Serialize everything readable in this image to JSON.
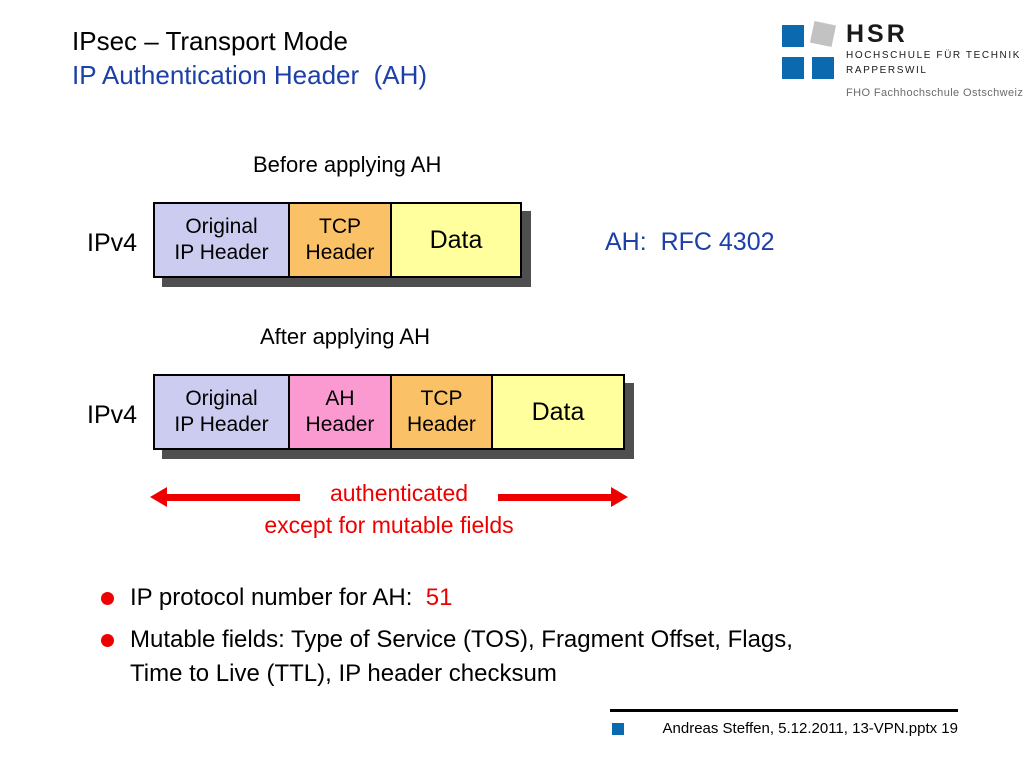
{
  "slide": {
    "title": {
      "line1": "IPsec – Transport Mode",
      "line2": "IP Authentication Header  (AH)"
    },
    "colors": {
      "accent_blue": "#1C3FA8",
      "red": "#EE0000",
      "shadow_gray": "#4F4F4F"
    }
  },
  "logo": {
    "acronym": "HSR",
    "line1": "HOCHSCHULE FÜR TECHNIK",
    "line2": "RAPPERSWIL",
    "subline": "FHO Fachhochschule Ostschweiz",
    "square_blue": "#0A69AF",
    "square_gray": "#C2C2C2"
  },
  "before": {
    "caption": "Before applying AH",
    "protocol_label": "IPv4",
    "boxes": [
      {
        "line1": "Original",
        "line2": "IP Header",
        "color": "#CCCCF0"
      },
      {
        "line1": "TCP",
        "line2": "Header",
        "color": "#FAC167"
      },
      {
        "line1": "Data",
        "line2": "",
        "color": "#FFFF9E"
      }
    ]
  },
  "rfc_note": "AH:  RFC 4302",
  "after": {
    "caption": "After applying AH",
    "protocol_label": "IPv4",
    "boxes": [
      {
        "line1": "Original",
        "line2": "IP Header",
        "color": "#CCCCF0"
      },
      {
        "line1": "AH",
        "line2": "Header",
        "color": "#FA9AD1"
      },
      {
        "line1": "TCP",
        "line2": "Header",
        "color": "#FAC167"
      },
      {
        "line1": "Data",
        "line2": "",
        "color": "#FFFF9E"
      }
    ]
  },
  "annotation": {
    "line1": "authenticated",
    "line2": "except for mutable fields"
  },
  "bullets": {
    "item1": {
      "text": "IP protocol number for AH:",
      "value": "51"
    },
    "item2": {
      "line1": "Mutable fields: Type of Service (TOS), Fragment Offset, Flags,",
      "line2": "Time to Live (TTL), IP header checksum"
    }
  },
  "footer": {
    "text": "Andreas Steffen, 5.12.2011, 13-VPN.pptx 19"
  }
}
